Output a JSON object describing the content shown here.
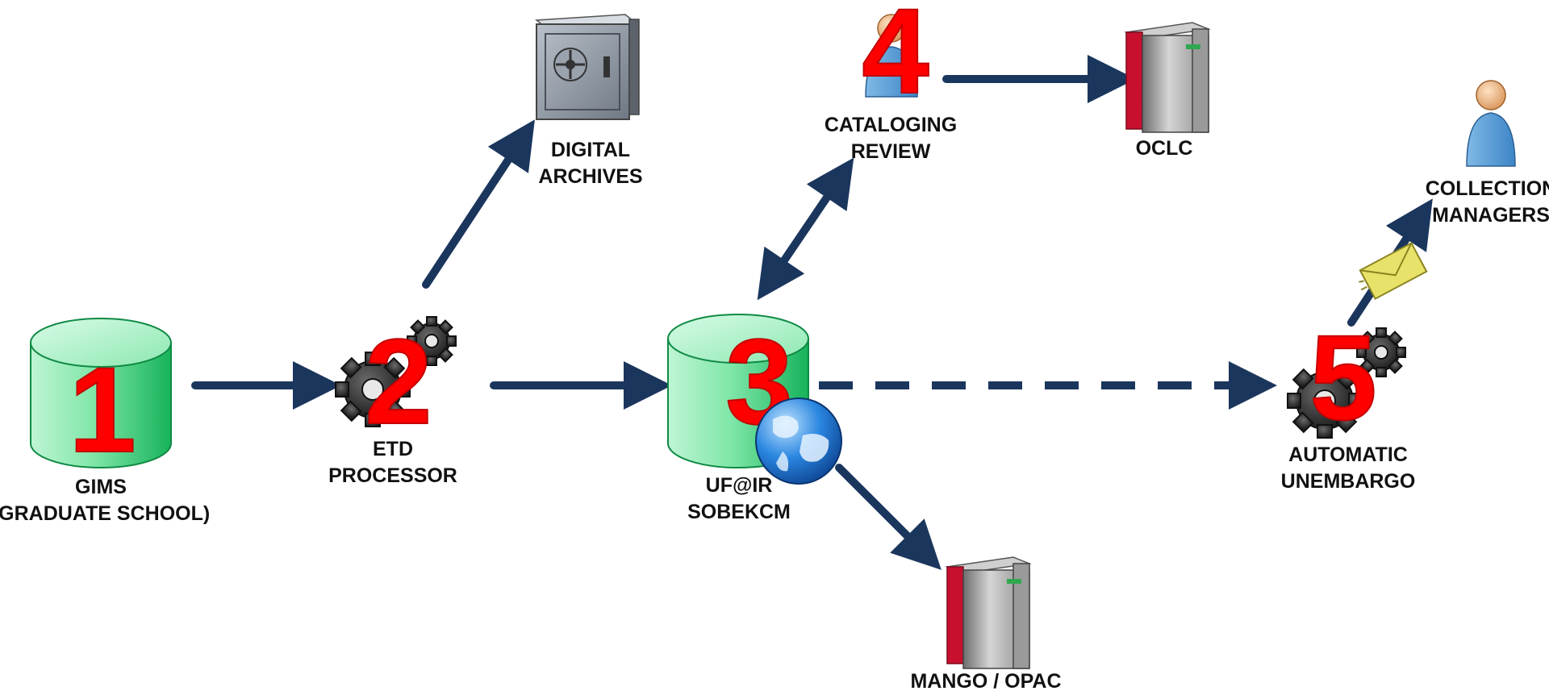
{
  "nodes": {
    "gims": {
      "number": "1",
      "line1": "GIMS",
      "line2": "(GRADUATE SCHOOL)"
    },
    "etd_processor": {
      "number": "2",
      "line1": "ETD",
      "line2": "PROCESSOR"
    },
    "digital_archives": {
      "line1": "DIGITAL",
      "line2": "ARCHIVES"
    },
    "ufir": {
      "number": "3",
      "line1": "UF@IR",
      "line2": "SOBEKCM"
    },
    "cataloging_review": {
      "number": "4",
      "line1": "CATALOGING",
      "line2": "REVIEW"
    },
    "oclc": {
      "line1": "OCLC"
    },
    "mango_opac": {
      "line1": "MANGO / OPAC"
    },
    "automatic_unembargo": {
      "number": "5",
      "line1": "AUTOMATIC",
      "line2": "UNEMBARGO"
    },
    "collection_managers": {
      "line1": "COLLECTION",
      "line2": "MANAGERS"
    }
  },
  "colors": {
    "arrow": "#1b365d",
    "number": "#ff0000",
    "cylinder": "#2fbf6a",
    "server_accent": "#c8102e"
  },
  "icons": [
    "database-icon",
    "gears-icon",
    "safe-icon",
    "person-icon",
    "server-icon",
    "globe-icon",
    "envelope-icon"
  ]
}
